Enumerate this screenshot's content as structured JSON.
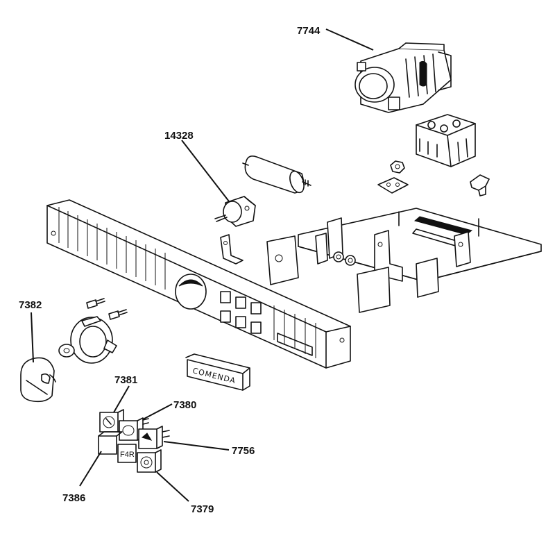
{
  "labels": {
    "p7744": "7744",
    "p14328": "14328",
    "p7382": "7382",
    "p7381": "7381",
    "p7380": "7380",
    "p7756": "7756",
    "p7386": "7386",
    "p7379": "7379"
  },
  "brand_plate": "COMENDA",
  "key_text": "F4R"
}
